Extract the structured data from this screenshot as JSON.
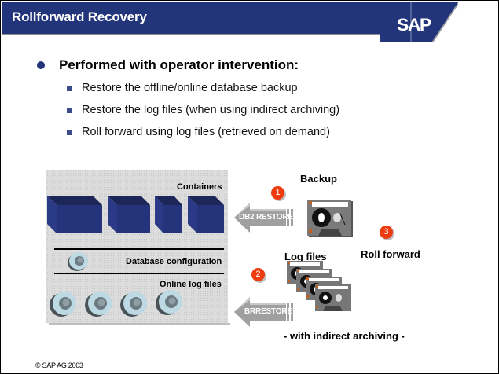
{
  "header": {
    "title": "Rollforward Recovery",
    "logo": "SAP",
    "color": "#23357a"
  },
  "content": {
    "main_bullet": "Performed with operator intervention:",
    "sub_bullets": [
      "Restore the offline/online database backup",
      "Restore the log files (when using indirect archiving)",
      "Roll forward using log files (retrieved on demand)"
    ]
  },
  "diagram": {
    "panel": {
      "containers_label": "Containers",
      "db_config_label": "Database configuration",
      "online_logs_label": "Online log files",
      "container_count": 4,
      "online_log_count": 4
    },
    "steps": [
      {
        "number": "1",
        "arrow_label": "DB2 RESTORE",
        "target_label": "Backup",
        "icon": "cassette-icon"
      },
      {
        "number": "2",
        "arrow_label": "BRRESTORE",
        "target_label": "Log files",
        "icon": "cassette-stack-icon"
      },
      {
        "number": "3",
        "target_label": "Roll forward"
      }
    ],
    "note": "- with indirect archiving -",
    "badge_color": "#ee3b10"
  },
  "footer": {
    "copyright": "© SAP AG 2003"
  }
}
